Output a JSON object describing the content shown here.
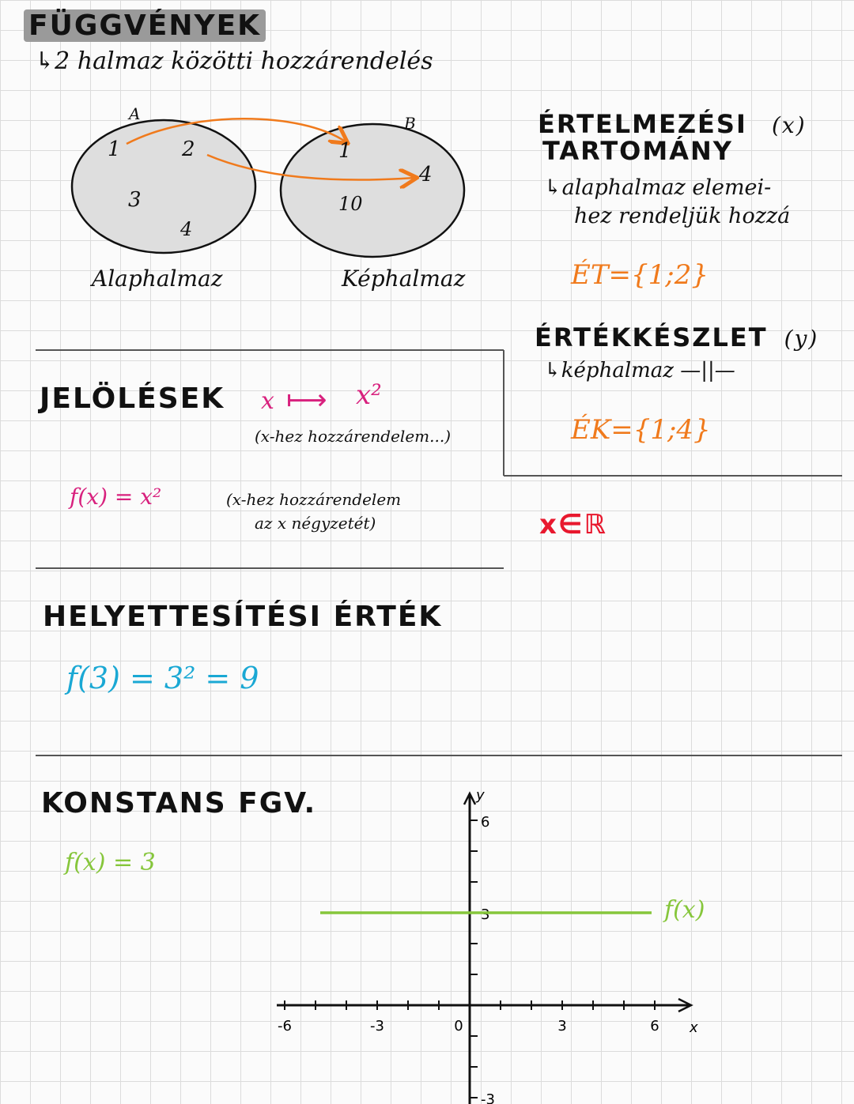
{
  "title": "FÜGGVÉNYEK",
  "subtitle": "↳2 halmaz közötti hozzárendelés",
  "sets": {
    "a_label": "A",
    "b_label": "B",
    "a_elements": [
      "1",
      "2",
      "3",
      "4"
    ],
    "b_elements": [
      "1",
      "4",
      "10"
    ],
    "a_name": "Alaphalmaz",
    "b_name": "Képhalmaz"
  },
  "domain": {
    "title_line1": "ÉRTELMEZÉSI",
    "var": "(x)",
    "title_line2": "TARTOMÁNY",
    "desc_line1": "↳alaphalmaz elemei-",
    "desc_line2": "hez rendeljük hozzá",
    "formula": "ÉT={1;2}"
  },
  "range": {
    "title": "ÉRTÉKKÉSZLET",
    "var": "(y)",
    "desc": "↳képhalmaz —||—",
    "formula": "ÉK={1;4}"
  },
  "notation": {
    "title": "JELÖLÉSEK",
    "mapping_x": "x",
    "mapping_arrow": "⟼",
    "mapping_result": "x²",
    "mapping_note": "(x-hez hozzárendelem...)",
    "func": "f(x) = x²",
    "func_note_line1": "(x-hez hozzárendelem",
    "func_note_line2": "az x négyzetét)",
    "real_domain": "x∈ℝ"
  },
  "substitution": {
    "title": "HELYETTESÍTÉSI ÉRTÉK",
    "example": "f(3) = 3² = 9"
  },
  "constant": {
    "title": "KONSTANS FGV.",
    "func": "f(x) = 3",
    "graph_label": "f(x)"
  },
  "chart_data": {
    "type": "line",
    "x": [
      -6,
      6
    ],
    "series": [
      {
        "values": [
          3,
          3
        ]
      }
    ],
    "xlim": [
      -6,
      6
    ],
    "ylim": [
      -3,
      6
    ],
    "xlabel": "x",
    "ylabel": "y",
    "x_tick_labels": [
      "-6",
      "-3",
      "0",
      "3",
      "6"
    ],
    "y_tick_labels": [
      "6",
      "3",
      "-3"
    ],
    "line_color": "#86c63b"
  },
  "colors": {
    "orange": "#f07a1c",
    "magenta": "#d8217e",
    "cyan": "#1aa8d4",
    "green": "#86c63b",
    "red": "#e8182e"
  }
}
